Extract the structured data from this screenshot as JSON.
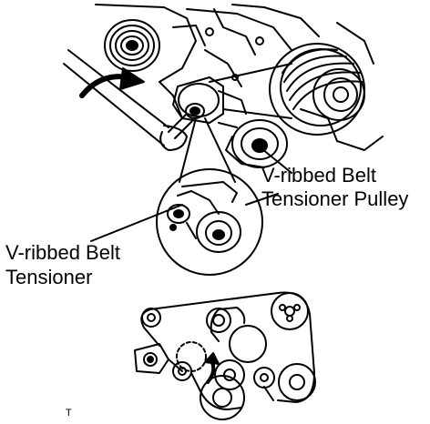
{
  "labels": {
    "pulley_line1": "V-ribbed  Belt",
    "pulley_line2": "Tensioner Pulley",
    "tensioner_line1": "V-ribbed  Belt",
    "tensioner_line2": "Tensioner"
  },
  "figure_code": "T"
}
